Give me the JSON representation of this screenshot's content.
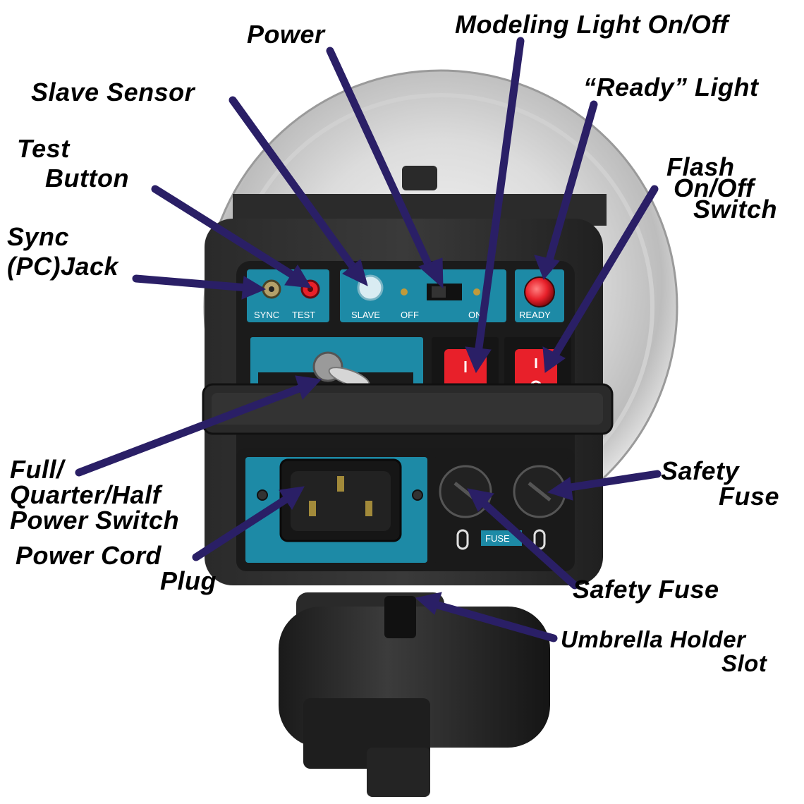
{
  "callouts": {
    "power": "Power",
    "modeling_light": "Modeling Light On/Off",
    "slave_sensor": "Slave Sensor",
    "ready_light": "“Ready” Light",
    "test_button": [
      "Test",
      "Button"
    ],
    "flash_switch": [
      "Flash",
      "On/Off",
      "Switch"
    ],
    "sync_jack": [
      "Sync",
      "(PC)Jack"
    ],
    "power_switch": [
      "Full/",
      "Quarter/Half",
      "Power Switch"
    ],
    "safety_fuse_right": [
      "Safety",
      "Fuse"
    ],
    "power_cord": [
      "Power Cord",
      "Plug"
    ],
    "safety_fuse_bottom": "Safety Fuse",
    "umbrella_slot": [
      "Umbrella Holder",
      "Slot"
    ]
  },
  "panel": {
    "sync": "SYNC",
    "test": "TEST",
    "slave": "SLAVE",
    "off": "OFF",
    "on": "ON",
    "ready": "READY",
    "fuse": "FUSE"
  },
  "colors": {
    "arrow": "#2a1f66",
    "panel": "#1d8aa6",
    "body": "#202020",
    "red": "#e8202a"
  }
}
